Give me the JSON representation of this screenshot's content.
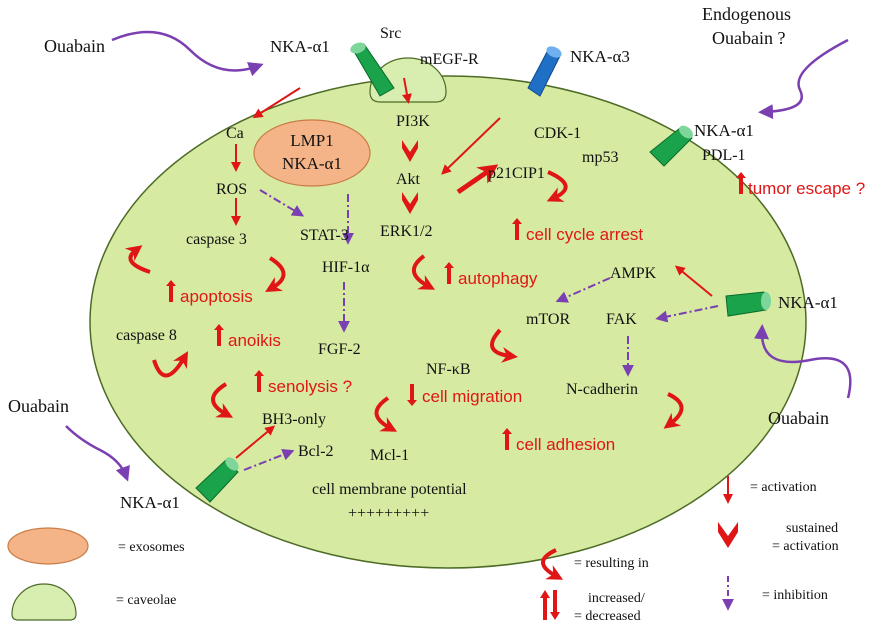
{
  "colors": {
    "cell_fill": "#d6eaa2",
    "cell_stroke": "#4d6b26",
    "pump_green": "#1aa34a",
    "pump_blue": "#1f6fc4",
    "activation": "#e01616",
    "inhibition": "#7a3fb0",
    "exosome": "#f5b487",
    "caveolae": "#d8edb0"
  },
  "external": {
    "ouabain_top_left": "Ouabain",
    "ouabain_bottom_left": "Ouabain",
    "ouabain_right": "Ouabain",
    "endogenous_line1": "Endogenous",
    "endogenous_line2": "Ouabain ?"
  },
  "membrane": {
    "nka_a1_top": "NKA-α1",
    "src": "Src",
    "megfr": "mEGF-R",
    "nka_a3": "NKA-α3",
    "nka_a1_right_upper": "NKA-α1",
    "pdl1": "PDL-1",
    "nka_a1_right_lower": "NKA-α1",
    "nka_a1_bottom": "NKA-α1"
  },
  "exosome": {
    "line1": "LMP1",
    "line2": "NKA-α1"
  },
  "molecules": {
    "ca": "Ca",
    "ros": "ROS",
    "caspase3": "caspase  3",
    "stat3": "STAT-3",
    "hif1a": "HIF-1α",
    "pi3k": "PI3K",
    "akt": "Akt",
    "erk": "ERK1/2",
    "cdk1": "CDK-1",
    "p21": "p21CIP1",
    "mp53": "mp53",
    "caspase8": "caspase  8",
    "fgf2": "FGF-2",
    "nfkb": "NF-κB",
    "ampk": "AMPK",
    "mtor": "mTOR",
    "fak": "FAK",
    "ncadherin": "N-cadherin",
    "bh3": "BH3-only",
    "bcl2": "Bcl-2",
    "mcl1": "Mcl-1",
    "membrane_potential": "cell membrane  potential",
    "plus_signs": "+++++++++"
  },
  "effects": {
    "tumor_escape": "tumor escape ?",
    "cell_cycle_arrest": "cell cycle arrest",
    "apoptosis": "apoptosis",
    "autophagy": "autophagy",
    "anoikis": "anoikis",
    "senolysis": "senolysis ?",
    "cell_migration": "cell migration",
    "cell_adhesion": "cell adhesion"
  },
  "legend": {
    "exosomes": "= exosomes",
    "caveolae": "= caveolae",
    "resulting_in": "= resulting in",
    "increased_line1": "increased/",
    "increased_line2": "= decreased",
    "activation": "= activation",
    "sustained_line1": "sustained",
    "sustained_line2": "= activation",
    "inhibition": "= inhibition"
  }
}
